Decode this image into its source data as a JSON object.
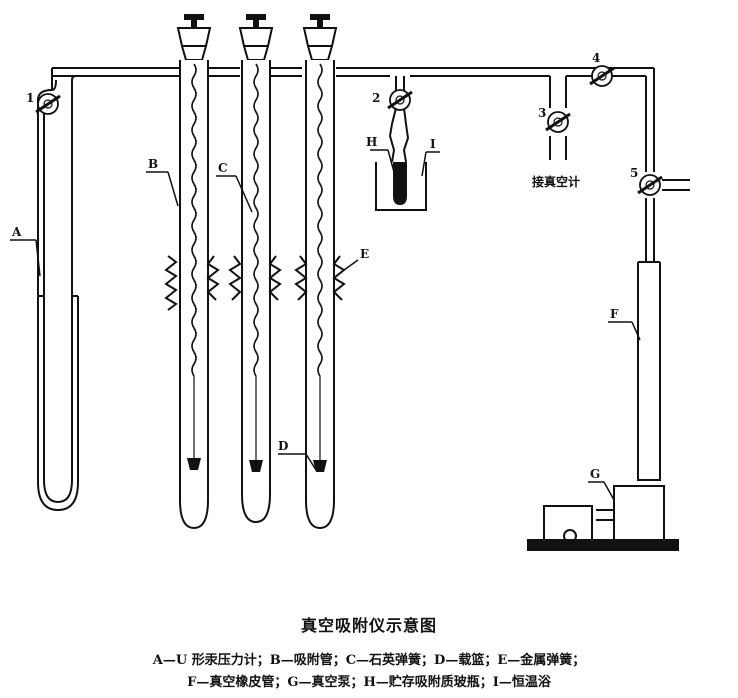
{
  "diagram": {
    "stopcocks": [
      "1",
      "2",
      "3",
      "4",
      "5"
    ],
    "components": {
      "A": "A",
      "B": "B",
      "C": "C",
      "D": "D",
      "E": "E",
      "F": "F",
      "G": "G",
      "H": "H",
      "I": "I"
    },
    "vacuum_gauge_label": "接真空计"
  },
  "caption": {
    "title": "真空吸附仪示意图",
    "legend_line1": "A—U 形汞压力计；B—吸附管；C—石英弹簧；D—载篮；E—金属弹簧；",
    "legend_line2": "F—真空橡皮管；G—真空泵；H—贮存吸附质玻瓶；I—恒温浴"
  }
}
